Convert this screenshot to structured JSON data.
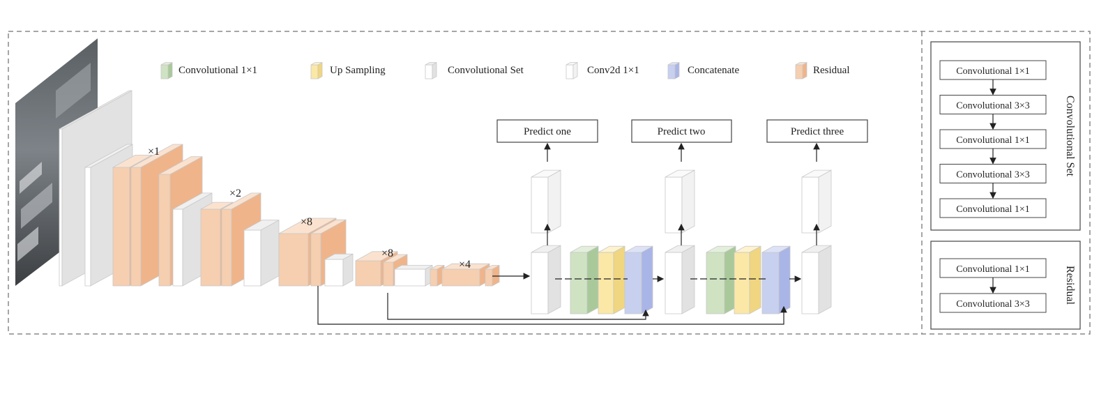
{
  "legend": {
    "conv1x1": "Convolutional 1×1",
    "upsampling": "Up Sampling",
    "convset": "Convolutional Set",
    "conv2d": "Conv2d 1×1",
    "concat": "Concatenate",
    "residual": "Residual"
  },
  "multipliers": {
    "r1": "×1",
    "r2": "×2",
    "r3": "×8",
    "r4": "×8",
    "r5": "×4"
  },
  "predict": {
    "one": "Predict one",
    "two": "Predict two",
    "three": "Predict three"
  },
  "convset_panel": {
    "title": "Convolutional Set",
    "steps": [
      "Convolutional  1×1",
      "Convolutional  3×3",
      "Convolutional  1×1",
      "Convolutional  3×3",
      "Convolutional  1×1"
    ]
  },
  "residual_panel": {
    "title": "Residual",
    "steps": [
      "Convolutional  1×1",
      "Convolutional  3×3"
    ]
  },
  "colors": {
    "residual": "#f6cfb0",
    "residual_side": "#f0b48a",
    "conv1x1": "#cfe3c2",
    "upsample": "#fbe8a6",
    "concat": "#c7d0ef",
    "white_face": "#ffffff",
    "gray_side": "#e2e2e2"
  }
}
